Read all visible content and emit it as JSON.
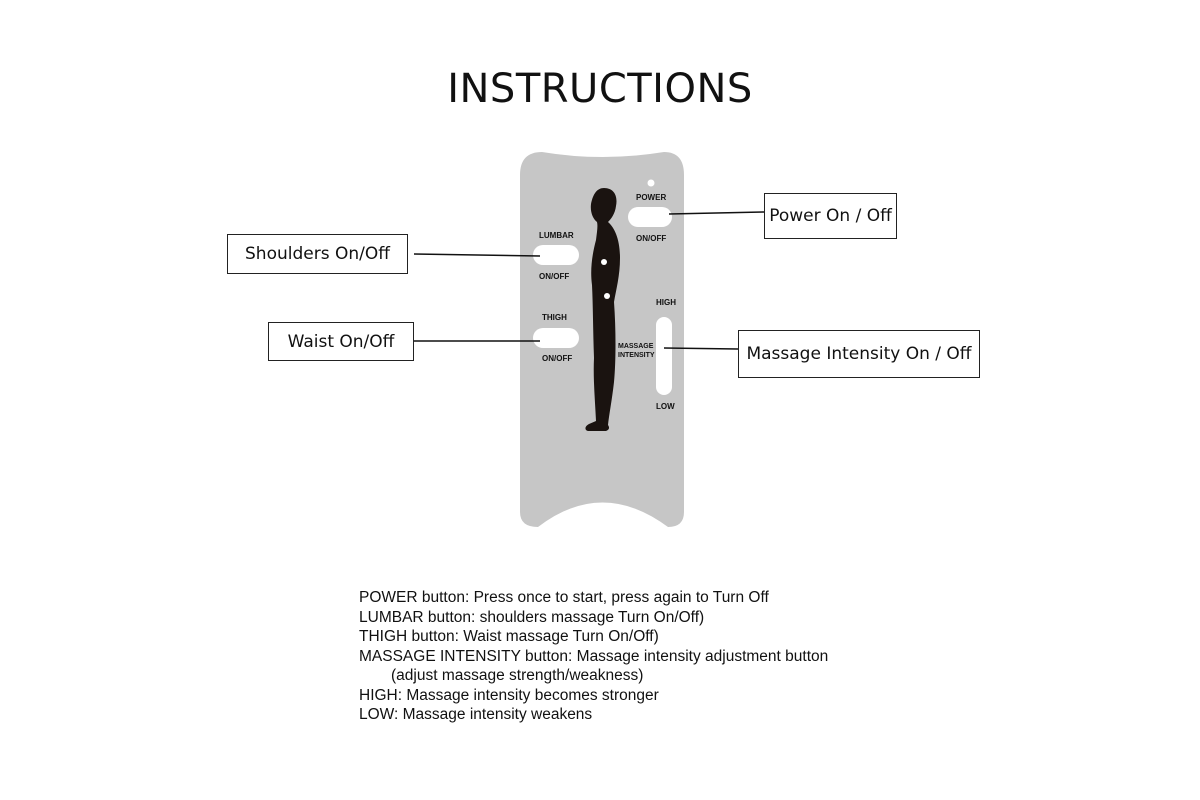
{
  "title": "INSTRUCTIONS",
  "remote": {
    "power_label": "POWER",
    "power_sub": "ON/OFF",
    "lumbar_label": "LUMBAR",
    "lumbar_sub": "ON/OFF",
    "thigh_label": "THIGH",
    "thigh_sub": "ON/OFF",
    "high_label": "HIGH",
    "low_label": "LOW",
    "intensity_label_1": "MASSAGE",
    "intensity_label_2": "INTENSITY",
    "body_color": "#c6c6c6",
    "figure_color": "#1a1310"
  },
  "callouts": {
    "power": "Power On / Off",
    "shoulders": "Shoulders On/Off",
    "waist": "Waist On/Off",
    "intensity": "Massage Intensity On / Off"
  },
  "instructions": [
    "POWER button: Press once to start, press again to Turn Off",
    "LUMBAR button: shoulders massage Turn On/Off)",
    "THIGH button: Waist massage Turn On/Off)",
    "MASSAGE INTENSITY button: Massage intensity adjustment button",
    "(adjust massage strength/weakness)",
    "HIGH: Massage intensity becomes stronger",
    "LOW: Massage intensity weakens"
  ]
}
